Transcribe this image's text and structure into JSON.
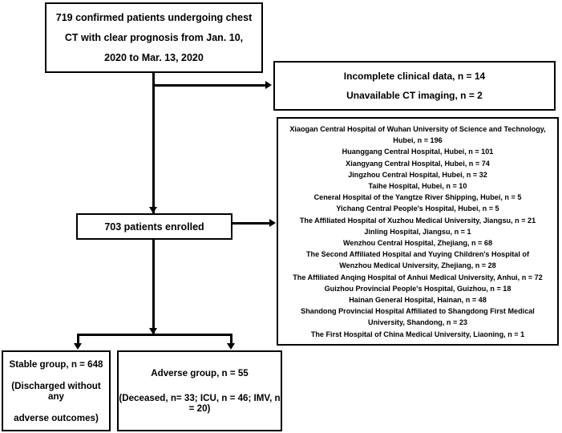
{
  "figure": {
    "type": "flowchart",
    "title": "Patient enrollment flow diagram"
  },
  "nodes": {
    "screened": {
      "name": "screened-cohort",
      "lines": [
        "719 confirmed patients undergoing chest",
        "CT with clear prognosis from Jan. 10,",
        "2020 to Mar. 13, 2020"
      ]
    },
    "excluded": {
      "name": "excluded-patients",
      "lines": [
        "Incomplete clinical data, n = 14",
        "Unavailable CT imaging, n = 2"
      ]
    },
    "enrolled": {
      "name": "enrolled-cohort",
      "lines": [
        "703 patients enrolled"
      ]
    },
    "hospitals": {
      "name": "contributing-hospitals",
      "lines": [
        "Xiaogan Central Hospital of Wuhan University of Science and Technology,",
        "Hubei, n = 196",
        "Huanggang Central Hospital, Hubei, n = 101",
        "Xiangyang Central Hospital, Hubei, n = 74",
        "Jingzhou Central Hospital, Hubei, n = 32",
        "Taihe Hospital, Hubei, n = 10",
        "Ceneral Hospital of the Yangtze River Shipping, Hubei, n = 5",
        "Yichang Central People's Hospital, Hubei, n = 5",
        "The Affiliated Hospital of Xuzhou Medical University, Jiangsu, n = 21",
        "Jinling Hospital, Jiangsu, n = 1",
        "Wenzhou Central Hospital, Zhejiang, n = 68",
        "The Second Affiliated Hospital and Yuying Children's Hospital of",
        "Wenzhou Medical University, Zhejiang, n = 28",
        "The Affiliated Anqing Hospital of Anhui Medical University, Anhui, n = 72",
        "Guizhou Provincial People's Hospital, Guizhou, n = 18",
        "Hainan General Hospital, Hainan, n = 48",
        "Shandong Provincial Hospital Affiliated to Shangdong First Medical",
        "University, Shandong, n = 23",
        "The First Hospital of China Medical University, Liaoning, n = 1"
      ]
    },
    "stable": {
      "name": "stable-group",
      "lines": [
        "Stable group, n = 648",
        "(Discharged without any",
        "adverse outcomes)"
      ]
    },
    "adverse": {
      "name": "adverse-group",
      "lines": [
        "Adverse group, n = 55",
        "(Deceased, n= 33; ICU, n = 46; IMV, n = 20)"
      ]
    }
  },
  "counts": {
    "screened_total": 719,
    "excluded_incomplete_clinical_data": 14,
    "excluded_unavailable_ct": 2,
    "enrolled_total": 703,
    "stable_group": 648,
    "adverse_group": 55,
    "deceased": 33,
    "icu": 46,
    "imv": 20,
    "hospital_contributions": [
      {
        "hospital": "Xiaogan Central Hospital of Wuhan University of Science and Technology",
        "province": "Hubei",
        "n": 196
      },
      {
        "hospital": "Huanggang Central Hospital",
        "province": "Hubei",
        "n": 101
      },
      {
        "hospital": "Xiangyang Central Hospital",
        "province": "Hubei",
        "n": 74
      },
      {
        "hospital": "Jingzhou Central Hospital",
        "province": "Hubei",
        "n": 32
      },
      {
        "hospital": "Taihe Hospital",
        "province": "Hubei",
        "n": 10
      },
      {
        "hospital": "Ceneral Hospital of the Yangtze River Shipping",
        "province": "Hubei",
        "n": 5
      },
      {
        "hospital": "Yichang Central People's Hospital",
        "province": "Hubei",
        "n": 5
      },
      {
        "hospital": "The Affiliated Hospital of Xuzhou Medical University",
        "province": "Jiangsu",
        "n": 21
      },
      {
        "hospital": "Jinling Hospital",
        "province": "Jiangsu",
        "n": 1
      },
      {
        "hospital": "Wenzhou Central Hospital",
        "province": "Zhejiang",
        "n": 68
      },
      {
        "hospital": "The Second Affiliated Hospital and Yuying Children's Hospital of Wenzhou Medical University",
        "province": "Zhejiang",
        "n": 28
      },
      {
        "hospital": "The Affiliated Anqing Hospital of Anhui Medical University",
        "province": "Anhui",
        "n": 72
      },
      {
        "hospital": "Guizhou Provincial People's Hospital",
        "province": "Guizhou",
        "n": 18
      },
      {
        "hospital": "Hainan General Hospital",
        "province": "Hainan",
        "n": 48
      },
      {
        "hospital": "Shandong Provincial Hospital Affiliated to Shangdong First Medical University",
        "province": "Shandong",
        "n": 23
      },
      {
        "hospital": "The First Hospital of China Medical University",
        "province": "Liaoning",
        "n": 1
      }
    ]
  },
  "colors": {
    "stroke": "#000000",
    "background": "#ffffff",
    "text": "#000000"
  }
}
